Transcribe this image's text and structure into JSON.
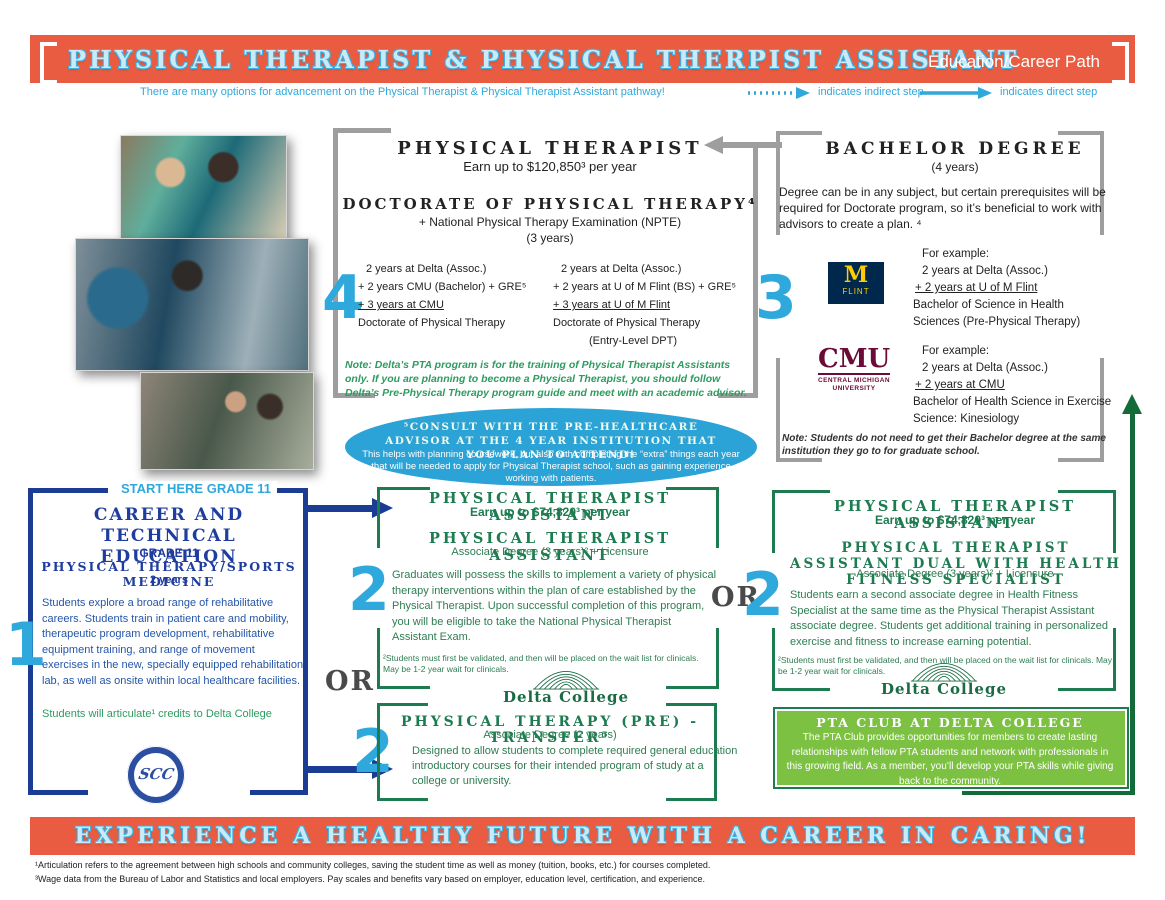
{
  "header": {
    "title": "PHYSICAL THERAPIST & PHYSICAL THERPIST ASSISTANT",
    "subtitle": "Education/Career Path",
    "tagline": "There are many options for advancement on the Physical Therapist & Physical Therapist Assistant pathway!",
    "legend_indirect": "indicates indirect step",
    "legend_direct": "indicates direct step"
  },
  "pt": {
    "step_number": "4",
    "title": "PHYSICAL THERAPIST",
    "earn": "Earn up to $120,850³ per year",
    "degree_title": "DOCTORATE OF PHYSICAL THERAPY⁴",
    "degree_sub": "+ National Physical Therapy Examination (NPTE)",
    "degree_years": "(3 years)",
    "path_cmu": [
      "2 years at Delta (Assoc.)",
      "+ 2 years  CMU (Bachelor) + GRE⁵",
      "+ 3 years at CMU",
      "Doctorate of Physical Therapy"
    ],
    "path_umflint": [
      "2 years at Delta (Assoc.)",
      "+ 2 years at U of M Flint (BS) + GRE⁵",
      "+ 3 years at U of M Flint",
      "Doctorate of Physical Therapy",
      "(Entry-Level DPT)"
    ],
    "note": "Note: Delta’s PTA program is for the training of Physical Therapist Assistants only. If you are planning to become a Physical Therapist, you should follow Delta’s Pre-Physical Therapy program guide and meet with an academic advisor."
  },
  "advisor_oval": {
    "title": "⁵CONSULT WITH THE PRE-HEALTHCARE ADVISOR AT THE 4 YEAR INSTITUTION THAT YOU PLAN TO ATTEND!",
    "body": "This helps with planning coursework, but also with completing the “extra” things each year that will be needed to apply for Physical Therapist school, such as gaining experience working with patients."
  },
  "bachelor": {
    "step_number": "3",
    "title": "BACHELOR DEGREE",
    "years": "(4 years)",
    "description": "Degree can be in any subject, but certain prerequisites will be required for Doctorate program, so it’s beneficial to work with advisors to create a plan. ⁴",
    "umflint": {
      "for_label": "For example:",
      "lines": [
        "2 years at Delta (Assoc.)",
        "+ 2 years at U of M Flint",
        "Bachelor of Science in Health Sciences (Pre-Physical Therapy)"
      ],
      "logo_m": "M",
      "logo_flint": "FLINT"
    },
    "cmu": {
      "for_label": "For example:",
      "lines": [
        "2 years at Delta (Assoc.)",
        "+ 2 years at CMU",
        "Bachelor of Health Science in Exercise Science: Kinesiology"
      ],
      "logo_cmu": "CMU",
      "logo_sub": "CENTRAL MICHIGAN UNIVERSITY"
    },
    "note": "Note: Students do not need to get their Bachelor degree at the same institution they go to for graduate school."
  },
  "cte": {
    "step_number": "1",
    "start_here": "START HERE GRADE 11",
    "title": "CAREER AND TECHNICAL EDUCATION",
    "grade": "GRADE 11",
    "program": "PHYSICAL THERAPY/SPORTS MEDICINE",
    "years": "2 years",
    "body": "Students explore a broad range of rehabilitative careers. Students train in patient care and mobility, therapeutic program development, rehabilitative equipment training, and range of movement exercises in the new, specially equipped rehabilitation lab, as well as onsite within local healthcare facilities.",
    "articulate": "Students will articulate¹ credits to Delta College"
  },
  "pta": {
    "step_number": "2",
    "title": "PHYSICAL THERAPIST ASSISTANT",
    "earn": "Earn up to $74,820³ per year",
    "subtitle": "PHYSICAL THERAPIST ASSISTANT",
    "degree": "Associate Degree (3 years)² + Licensure",
    "body": "Graduates will possess the skills to implement a variety of physical therapy interventions within the plan of care established by the Physical Therapist. Upon successful completion of this program, you will be eligible to take the National Physical Therapist Assistant Exam.",
    "footnote": "²Students must first be validated, and then will be placed on the wait list for clinicals. May be 1-2 year wait for clinicals."
  },
  "pta_dual": {
    "or_label": "OR",
    "step_number": "2",
    "title": "PHYSICAL THERAPIST ASSISTANT",
    "earn": "Earn up to $74,820³ per year",
    "subtitle": "PHYSICAL THERAPIST ASSISTANT DUAL WITH HEALTH FITNESS SPECIALIST",
    "degree": "Associate Degree (3 years)² + Licensure",
    "body": "Students earn a second associate degree in Health Fitness Specialist at the same time as the Physical Therapist Assistant associate degree. Students get additional training in personalized exercise and fitness to increase earning potential.",
    "footnote": "²Students must first be validated, and then will be placed on the wait list for clinicals. May be 1-2 year wait for clinicals."
  },
  "pre_transfer": {
    "or_label": "OR",
    "step_number": "2",
    "title": "PHYSICAL THERAPY (PRE) - TRANSFER⁵",
    "degree": "Associate Degree (2 years)",
    "body": "Designed to allow students to complete required general education introductory courses for their intended program of study at a college or university."
  },
  "pta_club": {
    "title": "PTA CLUB AT DELTA COLLEGE",
    "body": "The PTA Club provides opportunities for members to create lasting relationships with fellow PTA students and network with professionals in this growing field. As a member, you’ll develop your PTA skills while giving back to the community."
  },
  "footer": {
    "banner": "EXPERIENCE A HEALTHY FUTURE WITH A CAREER IN CARING!",
    "footnote1": "¹Articulation refers to the agreement between high schools and community colleges, saving the student time as well as money (tuition, books, etc.) for courses completed.",
    "footnote2": "³Wage data from the Bureau of Labor and Statistics and local employers. Pay scales and benefits vary based on employer, education level, certification, and experience."
  },
  "logos": {
    "scc": "SCC",
    "delta": "Delta College"
  }
}
